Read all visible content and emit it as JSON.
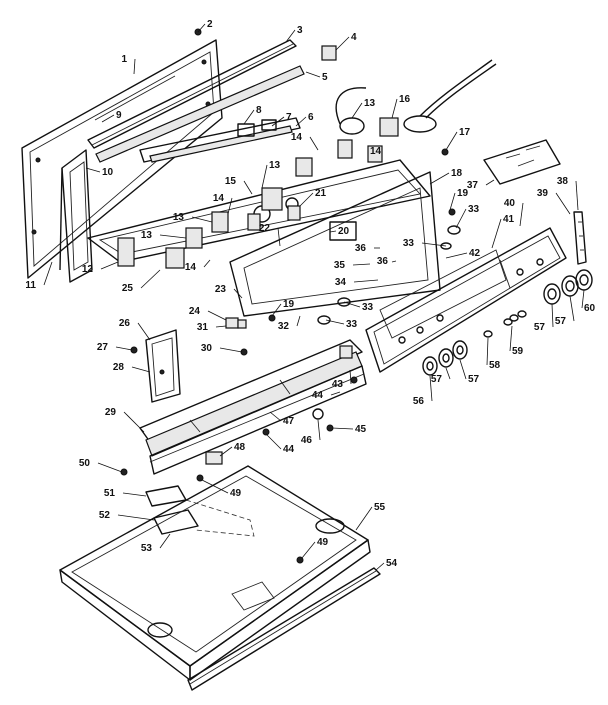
{
  "callouts": [
    {
      "id": "1",
      "label": "1"
    },
    {
      "id": "2",
      "label": "2"
    },
    {
      "id": "3",
      "label": "3"
    },
    {
      "id": "4",
      "label": "4"
    },
    {
      "id": "5",
      "label": "5"
    },
    {
      "id": "6",
      "label": "6"
    },
    {
      "id": "7",
      "label": "7"
    },
    {
      "id": "8",
      "label": "8"
    },
    {
      "id": "9",
      "label": "9"
    },
    {
      "id": "10",
      "label": "10"
    },
    {
      "id": "11",
      "label": "11"
    },
    {
      "id": "12",
      "label": "12"
    },
    {
      "id": "13a",
      "label": "13"
    },
    {
      "id": "13b",
      "label": "13"
    },
    {
      "id": "13c",
      "label": "13"
    },
    {
      "id": "13d",
      "label": "13"
    },
    {
      "id": "14a",
      "label": "14"
    },
    {
      "id": "14b",
      "label": "14"
    },
    {
      "id": "14c",
      "label": "14"
    },
    {
      "id": "14d",
      "label": "14"
    },
    {
      "id": "15",
      "label": "15"
    },
    {
      "id": "16",
      "label": "16"
    },
    {
      "id": "17",
      "label": "17"
    },
    {
      "id": "18",
      "label": "18"
    },
    {
      "id": "19a",
      "label": "19"
    },
    {
      "id": "19b",
      "label": "19"
    },
    {
      "id": "20",
      "label": "20"
    },
    {
      "id": "21",
      "label": "21"
    },
    {
      "id": "22",
      "label": "22"
    },
    {
      "id": "23",
      "label": "23"
    },
    {
      "id": "24",
      "label": "24"
    },
    {
      "id": "25",
      "label": "25"
    },
    {
      "id": "26",
      "label": "26"
    },
    {
      "id": "27",
      "label": "27"
    },
    {
      "id": "28",
      "label": "28"
    },
    {
      "id": "29",
      "label": "29"
    },
    {
      "id": "30",
      "label": "30"
    },
    {
      "id": "31",
      "label": "31"
    },
    {
      "id": "32",
      "label": "32"
    },
    {
      "id": "33a",
      "label": "33"
    },
    {
      "id": "33b",
      "label": "33"
    },
    {
      "id": "33c",
      "label": "33"
    },
    {
      "id": "33d",
      "label": "33"
    },
    {
      "id": "34",
      "label": "34"
    },
    {
      "id": "35",
      "label": "35"
    },
    {
      "id": "36a",
      "label": "36"
    },
    {
      "id": "36b",
      "label": "36"
    },
    {
      "id": "37",
      "label": "37"
    },
    {
      "id": "38",
      "label": "38"
    },
    {
      "id": "39",
      "label": "39"
    },
    {
      "id": "40",
      "label": "40"
    },
    {
      "id": "41",
      "label": "41"
    },
    {
      "id": "42",
      "label": "42"
    },
    {
      "id": "43",
      "label": "43"
    },
    {
      "id": "44a",
      "label": "44"
    },
    {
      "id": "44b",
      "label": "44"
    },
    {
      "id": "45",
      "label": "45"
    },
    {
      "id": "46",
      "label": "46"
    },
    {
      "id": "47",
      "label": "47"
    },
    {
      "id": "48",
      "label": "48"
    },
    {
      "id": "49a",
      "label": "49"
    },
    {
      "id": "49b",
      "label": "49"
    },
    {
      "id": "50",
      "label": "50"
    },
    {
      "id": "51",
      "label": "51"
    },
    {
      "id": "52",
      "label": "52"
    },
    {
      "id": "53",
      "label": "53"
    },
    {
      "id": "54",
      "label": "54"
    },
    {
      "id": "55",
      "label": "55"
    },
    {
      "id": "56",
      "label": "56"
    },
    {
      "id": "57a",
      "label": "57"
    },
    {
      "id": "57b",
      "label": "57"
    },
    {
      "id": "57c",
      "label": "57"
    },
    {
      "id": "57d",
      "label": "57"
    },
    {
      "id": "58",
      "label": "58"
    },
    {
      "id": "59",
      "label": "59"
    },
    {
      "id": "60",
      "label": "60"
    }
  ]
}
